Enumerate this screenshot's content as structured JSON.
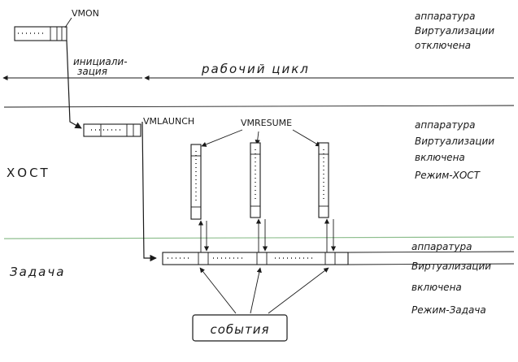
{
  "labels": {
    "vmon": "VMON",
    "init_line1": "инициали-",
    "init_line2": "зация",
    "work_cycle": "рабочий цикл",
    "vmlaunch": "VMLAUNCH",
    "vmresume": "VMRESUME",
    "host": "ХОСТ",
    "guest": "Задача",
    "events": "события"
  },
  "notes": {
    "off": [
      "аппаратура",
      "Виртуализации",
      "отключена"
    ],
    "host": [
      "аппаратура",
      "Виртуализации",
      "включена",
      "Режим-ХОСТ"
    ],
    "guest": [
      "аппаратура",
      "Виртуализации",
      "включена",
      "Режим-Задача"
    ]
  }
}
